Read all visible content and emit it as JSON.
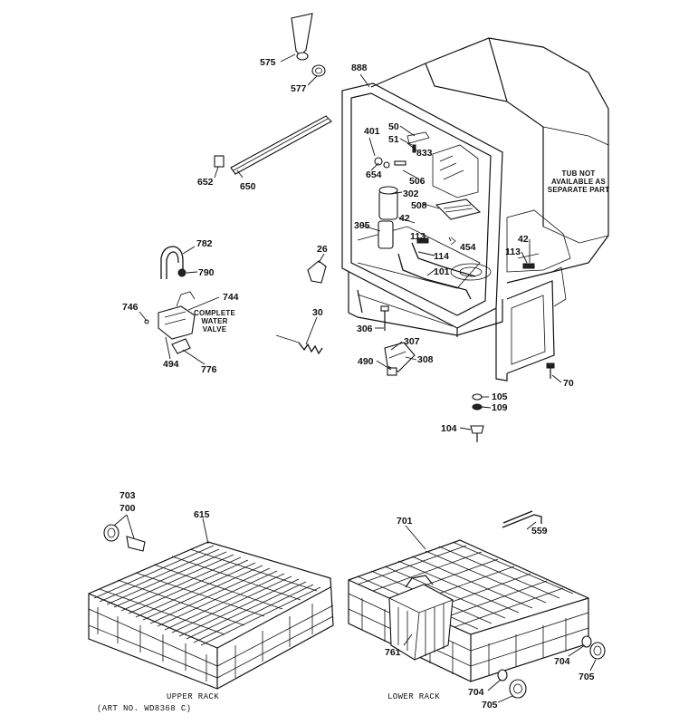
{
  "labels": {
    "p575": "575",
    "p577": "577",
    "p888": "888",
    "p50": "50",
    "p51": "51",
    "p833": "833",
    "p401": "401",
    "p654": "654",
    "p506": "506",
    "p302": "302",
    "p508": "508",
    "p305": "305",
    "p42a": "42",
    "p113a": "113",
    "p454": "454",
    "p114": "114",
    "p101": "101",
    "p42b": "42",
    "p113b": "113",
    "p652": "652",
    "p650": "650",
    "p782": "782",
    "p790": "790",
    "p26": "26",
    "p744": "744",
    "p746": "746",
    "p494": "494",
    "p776": "776",
    "p30": "30",
    "p306": "306",
    "p307": "307",
    "p490": "490",
    "p308": "308",
    "p70": "70",
    "p105": "105",
    "p109": "109",
    "p104": "104",
    "p703": "703",
    "p700": "700",
    "p615": "615",
    "p701": "701",
    "p559": "559",
    "p761": "761",
    "p704a": "704",
    "p705a": "705",
    "p704b": "704",
    "p705b": "705"
  },
  "notes": {
    "tub_line1": "TUB NOT",
    "tub_line2": "AVAILABLE AS",
    "tub_line3": "SEPARATE PART",
    "valve_line1": "COMPLETE",
    "valve_line2": "WATER",
    "valve_line3": "VALVE"
  },
  "captions": {
    "upper_rack": "UPPER RACK",
    "lower_rack": "LOWER RACK",
    "art_no": "(ART NO. WD8368 C)"
  }
}
